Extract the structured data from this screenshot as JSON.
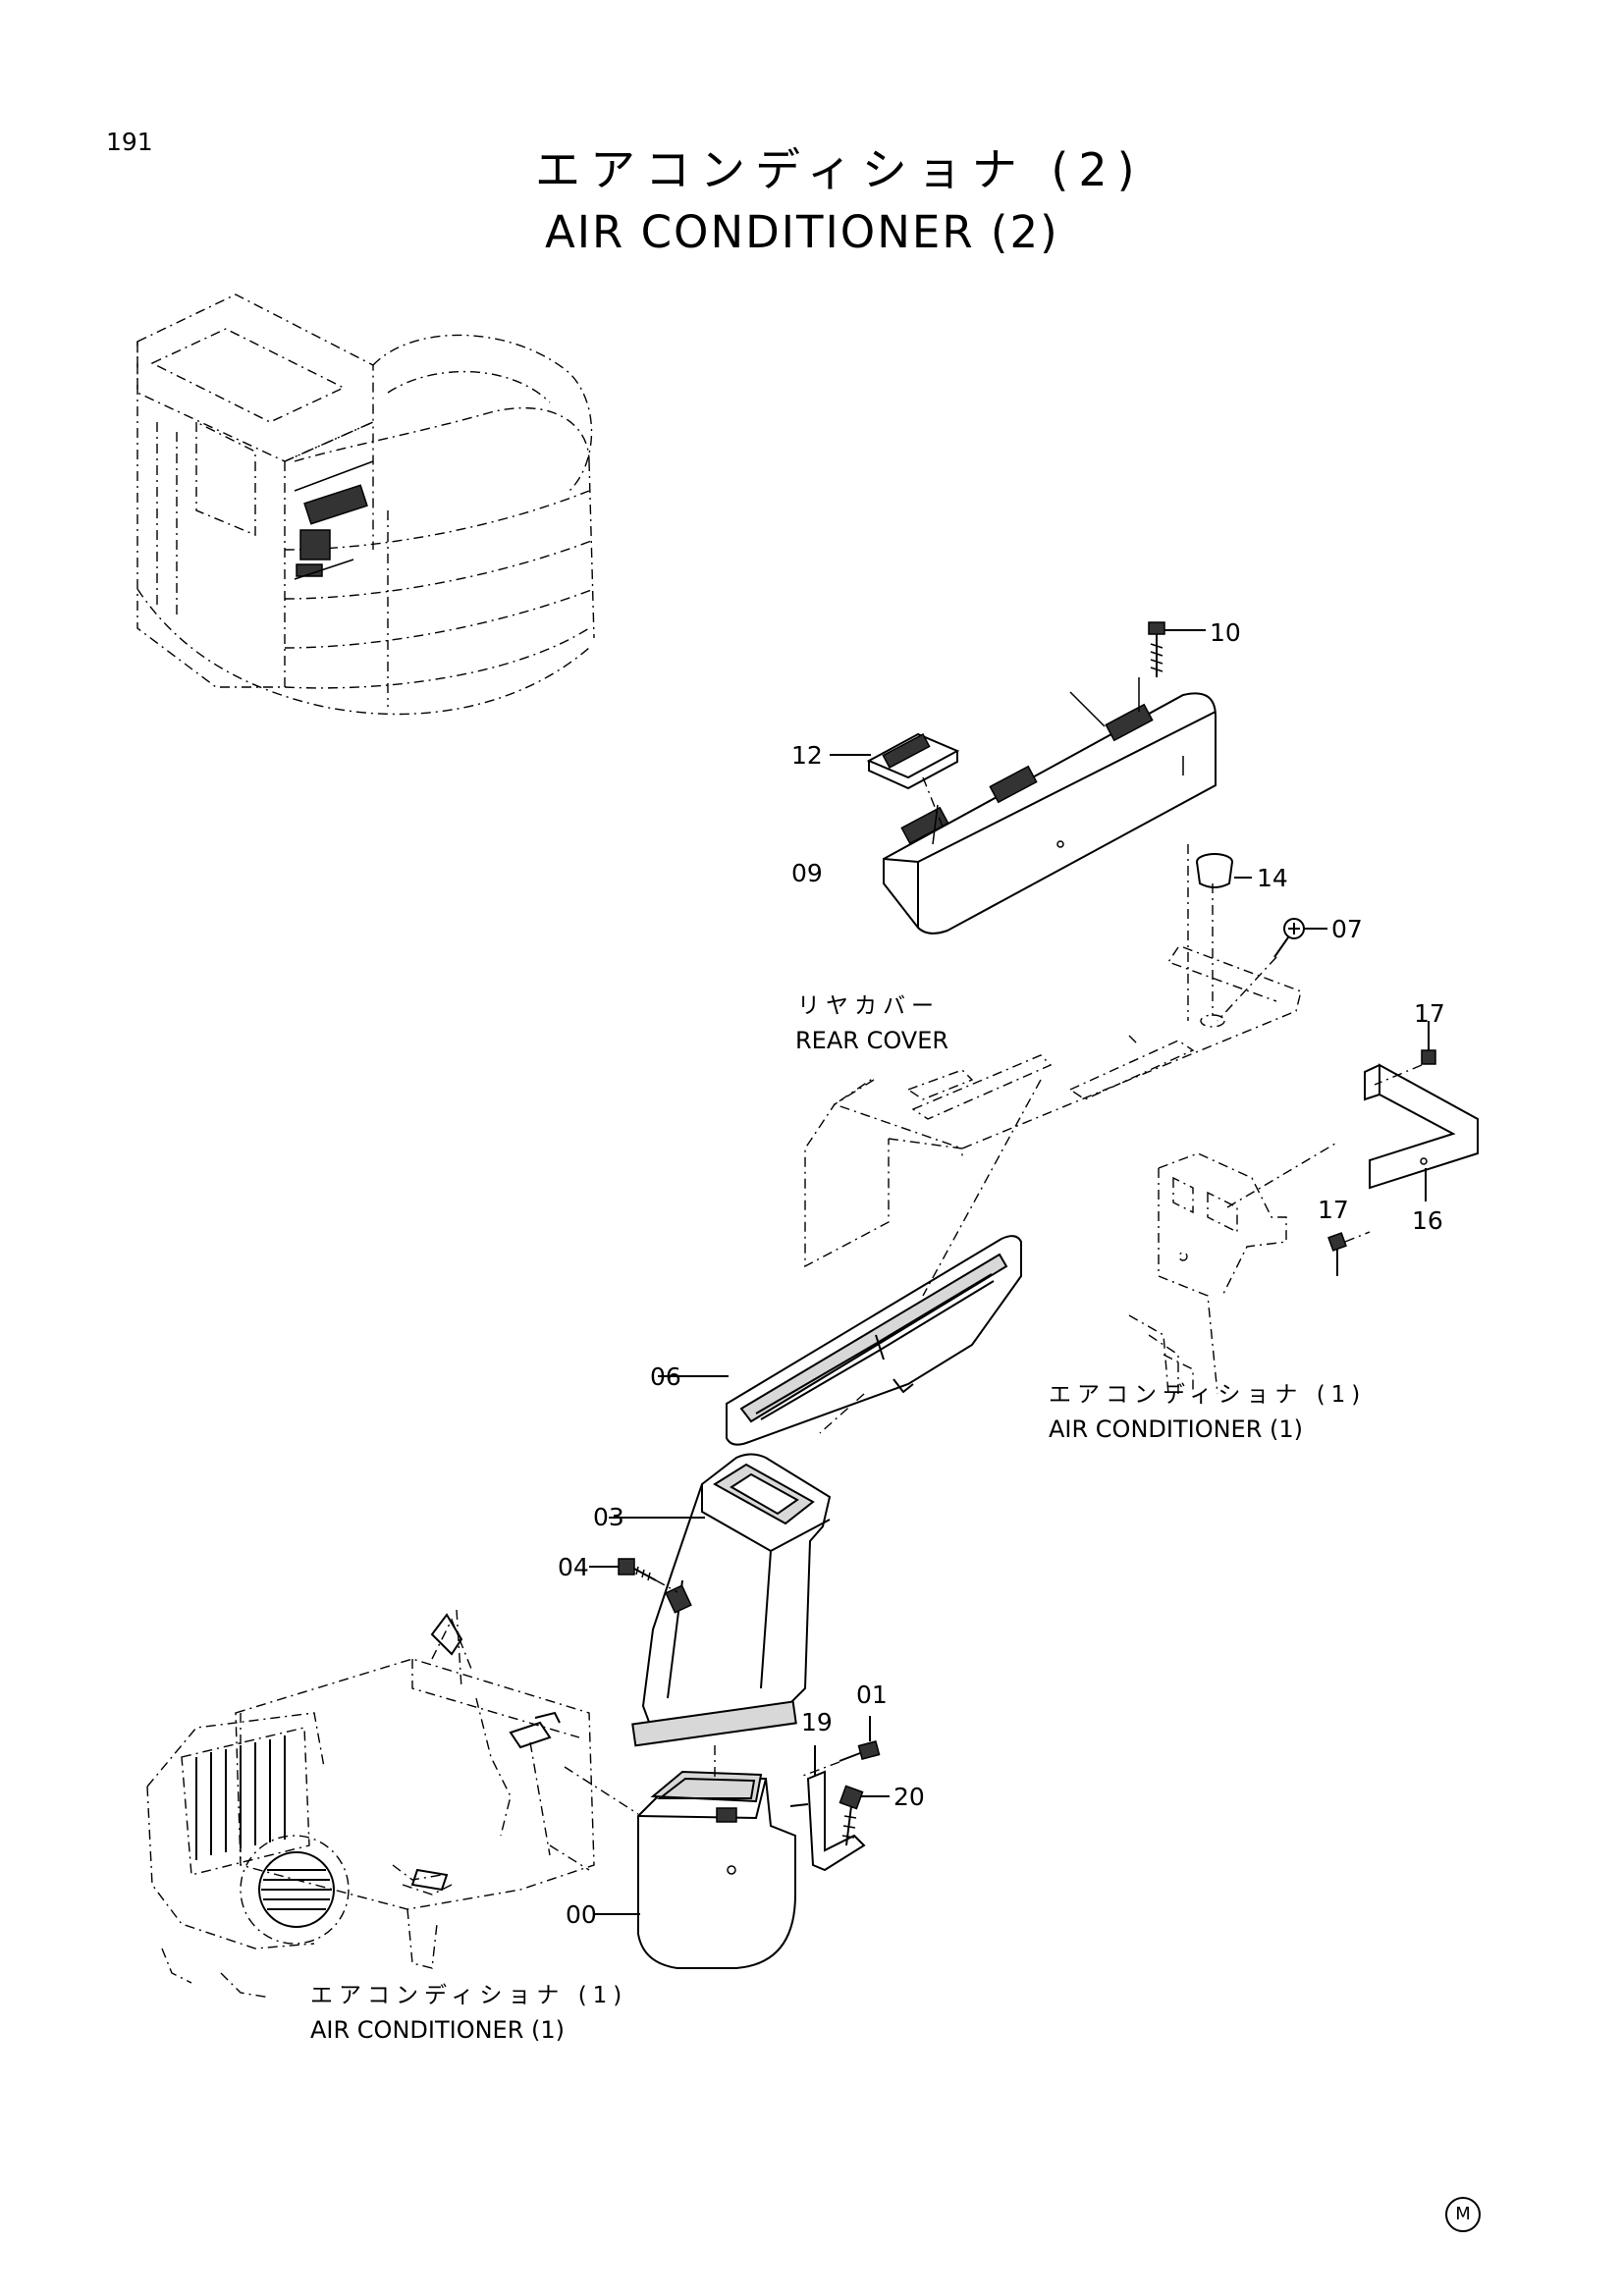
{
  "page_number": "191",
  "title": {
    "japanese": "エアコンディショナ (2)",
    "english": "AIR CONDITIONER (2)"
  },
  "callouts": [
    {
      "id": "10",
      "part": "bolt"
    },
    {
      "id": "12",
      "part": "louver"
    },
    {
      "id": "09",
      "part": "vent-duct"
    },
    {
      "id": "14",
      "part": "cap"
    },
    {
      "id": "07",
      "part": "screw"
    },
    {
      "id": "17",
      "part": "bolt-upper"
    },
    {
      "id": "17",
      "part": "bolt-lower"
    },
    {
      "id": "16",
      "part": "bracket"
    },
    {
      "id": "06",
      "part": "duct"
    },
    {
      "id": "03",
      "part": "duct"
    },
    {
      "id": "04",
      "part": "bolt"
    },
    {
      "id": "01",
      "part": "bolt"
    },
    {
      "id": "19",
      "part": "bracket"
    },
    {
      "id": "20",
      "part": "bolt"
    },
    {
      "id": "00",
      "part": "duct"
    }
  ],
  "references": {
    "rear_cover": {
      "japanese": "リヤカバー",
      "english": "REAR COVER"
    },
    "ac_right": {
      "japanese": "エアコンディショナ (1)",
      "english": "AIR CONDITIONER (1)"
    },
    "ac_bottom": {
      "japanese": "エアコンディショナ (1)",
      "english": "AIR CONDITIONER (1)"
    }
  },
  "corner_mark": "M"
}
